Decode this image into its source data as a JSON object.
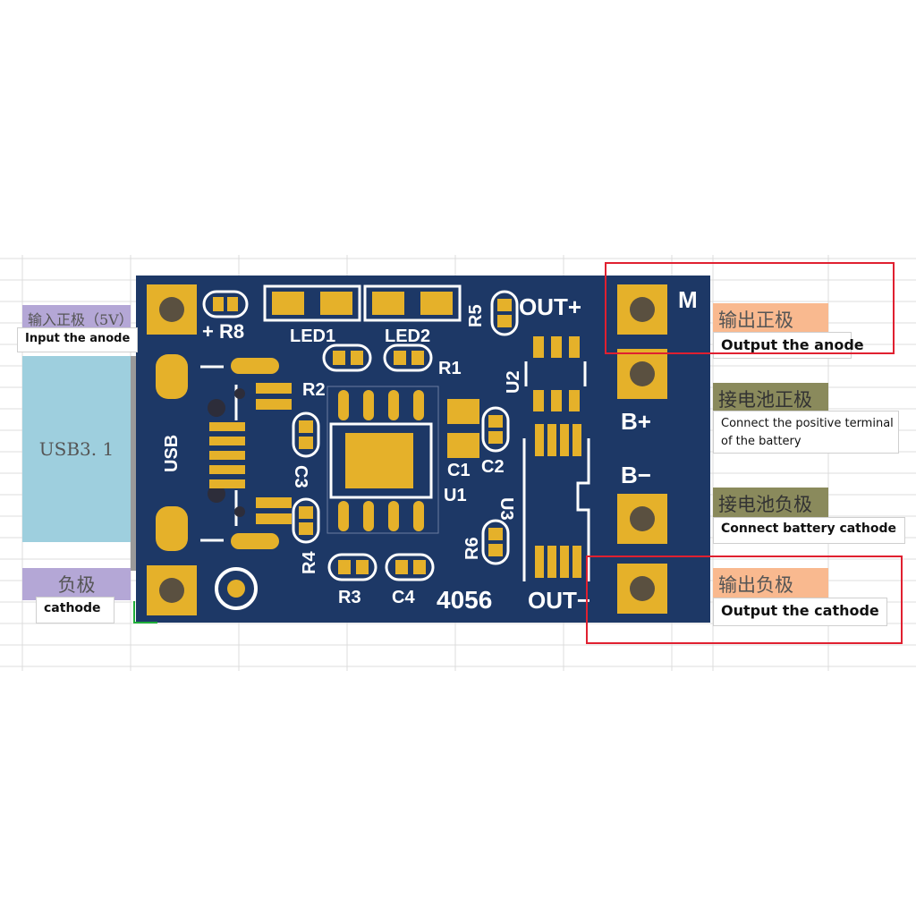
{
  "labels": {
    "input_anode_cn": "输入正极（5V）",
    "input_anode_en": "Input the anode",
    "usb_label": "USB3. 1",
    "cathode_cn": "负极",
    "cathode_en": "cathode",
    "output_anode_cn": "输出正极",
    "output_anode_en": "Output the anode",
    "battery_pos_cn": "接电池正极",
    "battery_pos_en_line1": "Connect the positive terminal",
    "battery_pos_en_line2": "of the battery",
    "battery_neg_cn": "接电池负极",
    "battery_neg_en": "Connect battery cathode",
    "output_cathode_cn": "输出负极",
    "output_cathode_en": "Output the cathode"
  },
  "silkscreen": {
    "r8": "+ R8",
    "led1": "LED1",
    "led2": "LED2",
    "r5": "R5",
    "out_plus": "OUT+",
    "m": "M",
    "r1": "R1",
    "r2": "R2",
    "u2": "U2",
    "usb": "USB",
    "c3": "C3",
    "c1": "C1",
    "c2": "C2",
    "u1": "U1",
    "b_plus": "B+",
    "b_minus": "B−",
    "u3": "U3",
    "r4": "R4",
    "r6": "R6",
    "r3": "R3",
    "c4": "C4",
    "chip": "4056",
    "out_minus": "OUT−"
  },
  "colors": {
    "board": "#1d3866",
    "pad": "#e5b12a",
    "silk": "#ffffff",
    "highlight": "#e02030",
    "usb_box": "#9ecfde"
  }
}
